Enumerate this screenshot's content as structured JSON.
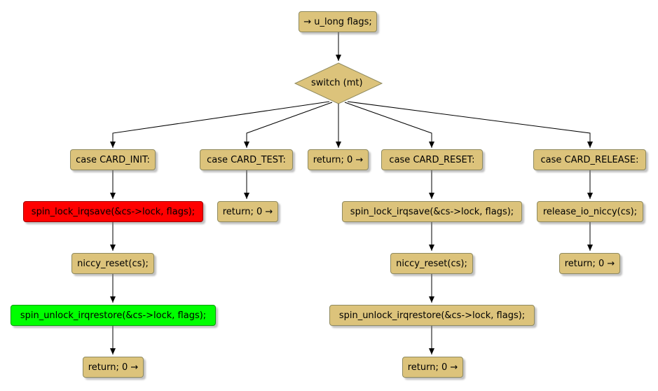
{
  "colors": {
    "node_fill": "#dcc37b",
    "node_border": "#8f8a5f",
    "highlight_red": "#ff0000",
    "highlight_green": "#00ff00",
    "edge": "#000000"
  },
  "start": {
    "label": "→ u_long flags;"
  },
  "switch": {
    "label": "switch (mt)"
  },
  "cases": [
    {
      "label": "case CARD_INIT:",
      "steps": [
        "spin_lock_irqsave(&cs->lock, flags);",
        "niccy_reset(cs);",
        "spin_unlock_irqrestore(&cs->lock, flags);",
        "return; 0 →"
      ]
    },
    {
      "label": "case CARD_TEST:",
      "steps": [
        "return; 0 →"
      ]
    },
    {
      "label": "return; 0 →",
      "steps": []
    },
    {
      "label": "case CARD_RESET:",
      "steps": [
        "spin_lock_irqsave(&cs->lock, flags);",
        "niccy_reset(cs);",
        "spin_unlock_irqrestore(&cs->lock, flags);",
        "return; 0 →"
      ]
    },
    {
      "label": "case CARD_RELEASE:",
      "steps": [
        "release_io_niccy(cs);",
        "return; 0 →"
      ]
    }
  ]
}
